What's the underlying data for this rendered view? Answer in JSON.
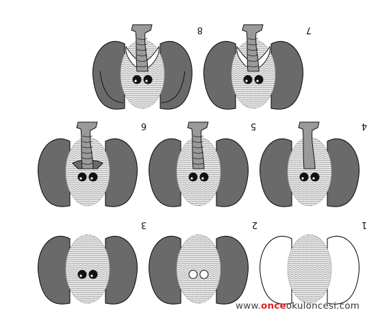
{
  "colors": {
    "ear": "#6a6a6a",
    "ear_stroke": "#111111",
    "empty_ear": "#ffffff",
    "trunk": "#9a9a9a",
    "tusk": "#ffffff",
    "eye_dark": "#111111",
    "eye_white": "#ffffff",
    "fingerprint": "#555555",
    "watermark_accent": "#e01e1e"
  },
  "steps": [
    {
      "label": "8",
      "ears": "filled",
      "eyes": "dark",
      "trunk": true,
      "tusks": true,
      "ear_lines": true
    },
    {
      "label": "7",
      "ears": "filled",
      "eyes": "dark",
      "trunk": true,
      "tusks": true,
      "ear_lines": false
    },
    {
      "label": "6",
      "ears": "filled",
      "eyes": "dark",
      "trunk": true,
      "tusks": false,
      "ear_lines": false,
      "trunk_flare": true
    },
    {
      "label": "5",
      "ears": "filled",
      "eyes": "dark",
      "trunk": true,
      "tusks": false,
      "ear_lines": false
    },
    {
      "label": "4",
      "ears": "filled",
      "eyes": "dark",
      "trunk": true,
      "tusks": false,
      "ear_lines": false,
      "plain_trunk": true
    },
    {
      "label": "3",
      "ears": "filled",
      "eyes": "dark",
      "trunk": false,
      "tusks": false,
      "ear_lines": false
    },
    {
      "label": "2",
      "ears": "filled",
      "eyes": "white",
      "trunk": false,
      "tusks": false,
      "ear_lines": false
    },
    {
      "label": "1",
      "ears": "empty",
      "eyes": "none",
      "trunk": false,
      "tusks": false,
      "ear_lines": false
    }
  ],
  "watermark": {
    "prefix": "www.",
    "accent": "once",
    "suffix": "okuloncesi.com"
  }
}
